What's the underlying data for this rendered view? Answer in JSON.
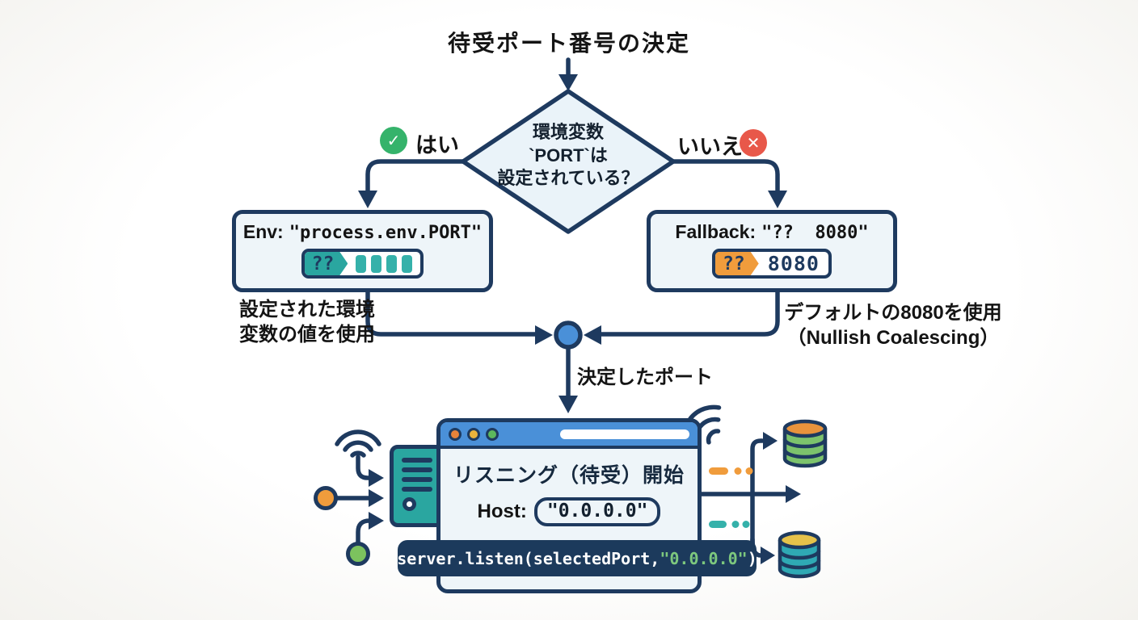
{
  "title": "待受ポート番号の決定",
  "decision": {
    "line1": "環境変数",
    "line2": "`PORT`は",
    "line3": "設定されている？",
    "yes_label": "はい",
    "no_label": "いいえ"
  },
  "icons": {
    "yes_check": "✓",
    "no_cross": "✕"
  },
  "env_branch": {
    "title_prefix": "Env:",
    "title_code": "\"process.env.PORT\"",
    "pill_question": "??",
    "caption_line1": "設定された環境",
    "caption_line2": "変数の値を使用"
  },
  "fallback_branch": {
    "title_prefix": "Fallback:",
    "title_code": "\"??  8080\"",
    "pill_question": "??",
    "pill_value": "8080",
    "caption_line1": "デフォルトの8080を使用",
    "caption_line2": "（Nullish Coalescing）"
  },
  "merge": {
    "label": "決定したポート"
  },
  "server_window": {
    "heading": "リスニング（待受）開始",
    "host_label": "Host:",
    "host_value": "\"0.0.0.0\"",
    "code_prefix": "server.listen(selectedPort,",
    "code_highlight": "\"0.0.0.0\"",
    "code_suffix": ")"
  },
  "colors": {
    "outline_navy": "#1e3a5f",
    "box_fill": "#eef5f9",
    "accent_blue": "#4a90d8",
    "teal": "#2aa6a0",
    "orange": "#f09c3c",
    "yes_green": "#35b36b",
    "no_red": "#e8584a",
    "code_bg": "#1c3a5c",
    "code_green": "#7dc87e"
  }
}
